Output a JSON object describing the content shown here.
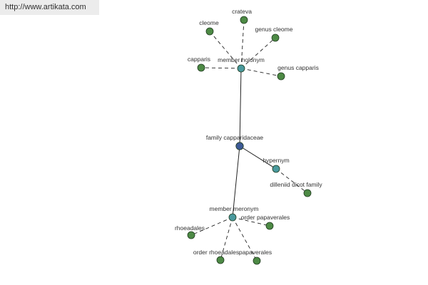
{
  "watermark": {
    "text": "http://www.artikata.com"
  },
  "colors": {
    "center": "#3d5a96",
    "relation": "#4a9a9e",
    "leaf": "#4d8a45",
    "edge": "#222222"
  },
  "graph": {
    "nodes": [
      {
        "id": "center",
        "label": "family capparidaceae",
        "kind": "center"
      },
      {
        "id": "holonym",
        "label": "member holonym",
        "kind": "relation"
      },
      {
        "id": "hypernym",
        "label": "hypernym",
        "kind": "relation"
      },
      {
        "id": "meronym",
        "label": "member meronym",
        "kind": "relation"
      },
      {
        "id": "crateva",
        "label": "crateva",
        "kind": "leaf"
      },
      {
        "id": "cleome",
        "label": "cleome",
        "kind": "leaf"
      },
      {
        "id": "genus-cleome",
        "label": "genus cleome",
        "kind": "leaf"
      },
      {
        "id": "capparis",
        "label": "capparis",
        "kind": "leaf"
      },
      {
        "id": "genus-capparis",
        "label": "genus capparis",
        "kind": "leaf"
      },
      {
        "id": "dilleniid",
        "label": "dilleniid dicot family",
        "kind": "leaf"
      },
      {
        "id": "rhoeadales",
        "label": "rhoeadales",
        "kind": "leaf"
      },
      {
        "id": "order-papaverales",
        "label": "order papaverales",
        "kind": "leaf"
      },
      {
        "id": "order-rhoeadales",
        "label": "order rhoeadales",
        "kind": "leaf"
      },
      {
        "id": "papaverales",
        "label": "papaverales",
        "kind": "leaf"
      }
    ],
    "edges": [
      {
        "from": "center",
        "to": "holonym",
        "style": "solid"
      },
      {
        "from": "center",
        "to": "hypernym",
        "style": "solid"
      },
      {
        "from": "center",
        "to": "meronym",
        "style": "solid"
      },
      {
        "from": "holonym",
        "to": "crateva",
        "style": "dashed"
      },
      {
        "from": "holonym",
        "to": "cleome",
        "style": "dashed"
      },
      {
        "from": "holonym",
        "to": "genus-cleome",
        "style": "dashed"
      },
      {
        "from": "holonym",
        "to": "capparis",
        "style": "dashed"
      },
      {
        "from": "holonym",
        "to": "genus-capparis",
        "style": "dashed"
      },
      {
        "from": "hypernym",
        "to": "dilleniid",
        "style": "dashed"
      },
      {
        "from": "meronym",
        "to": "rhoeadales",
        "style": "dashed"
      },
      {
        "from": "meronym",
        "to": "order-papaverales",
        "style": "dashed"
      },
      {
        "from": "meronym",
        "to": "order-rhoeadales",
        "style": "dashed"
      },
      {
        "from": "meronym",
        "to": "papaverales",
        "style": "dashed"
      }
    ]
  }
}
